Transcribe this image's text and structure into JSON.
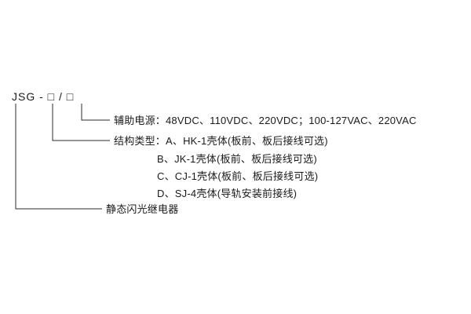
{
  "diagram": {
    "title_implicit": "JSG model designation key",
    "model_code": "JSG - □ / □",
    "aux_power_label": "辅助电源：48VDC、110VDC、220VDC；100-127VAC、220VAC",
    "structure_type_label": "结构类型：A、HK-1壳体(板前、板后接线可选)",
    "structure_option_b": "B、JK-1壳体(板前、板后接线可选)",
    "structure_option_c": "C、CJ-1壳体(板前、板后接线可选)",
    "structure_option_d": "D、SJ-4壳体(导轨安装前接线)",
    "product_name_label": "静态闪光继电器",
    "line_color": "#2b2b2b"
  }
}
